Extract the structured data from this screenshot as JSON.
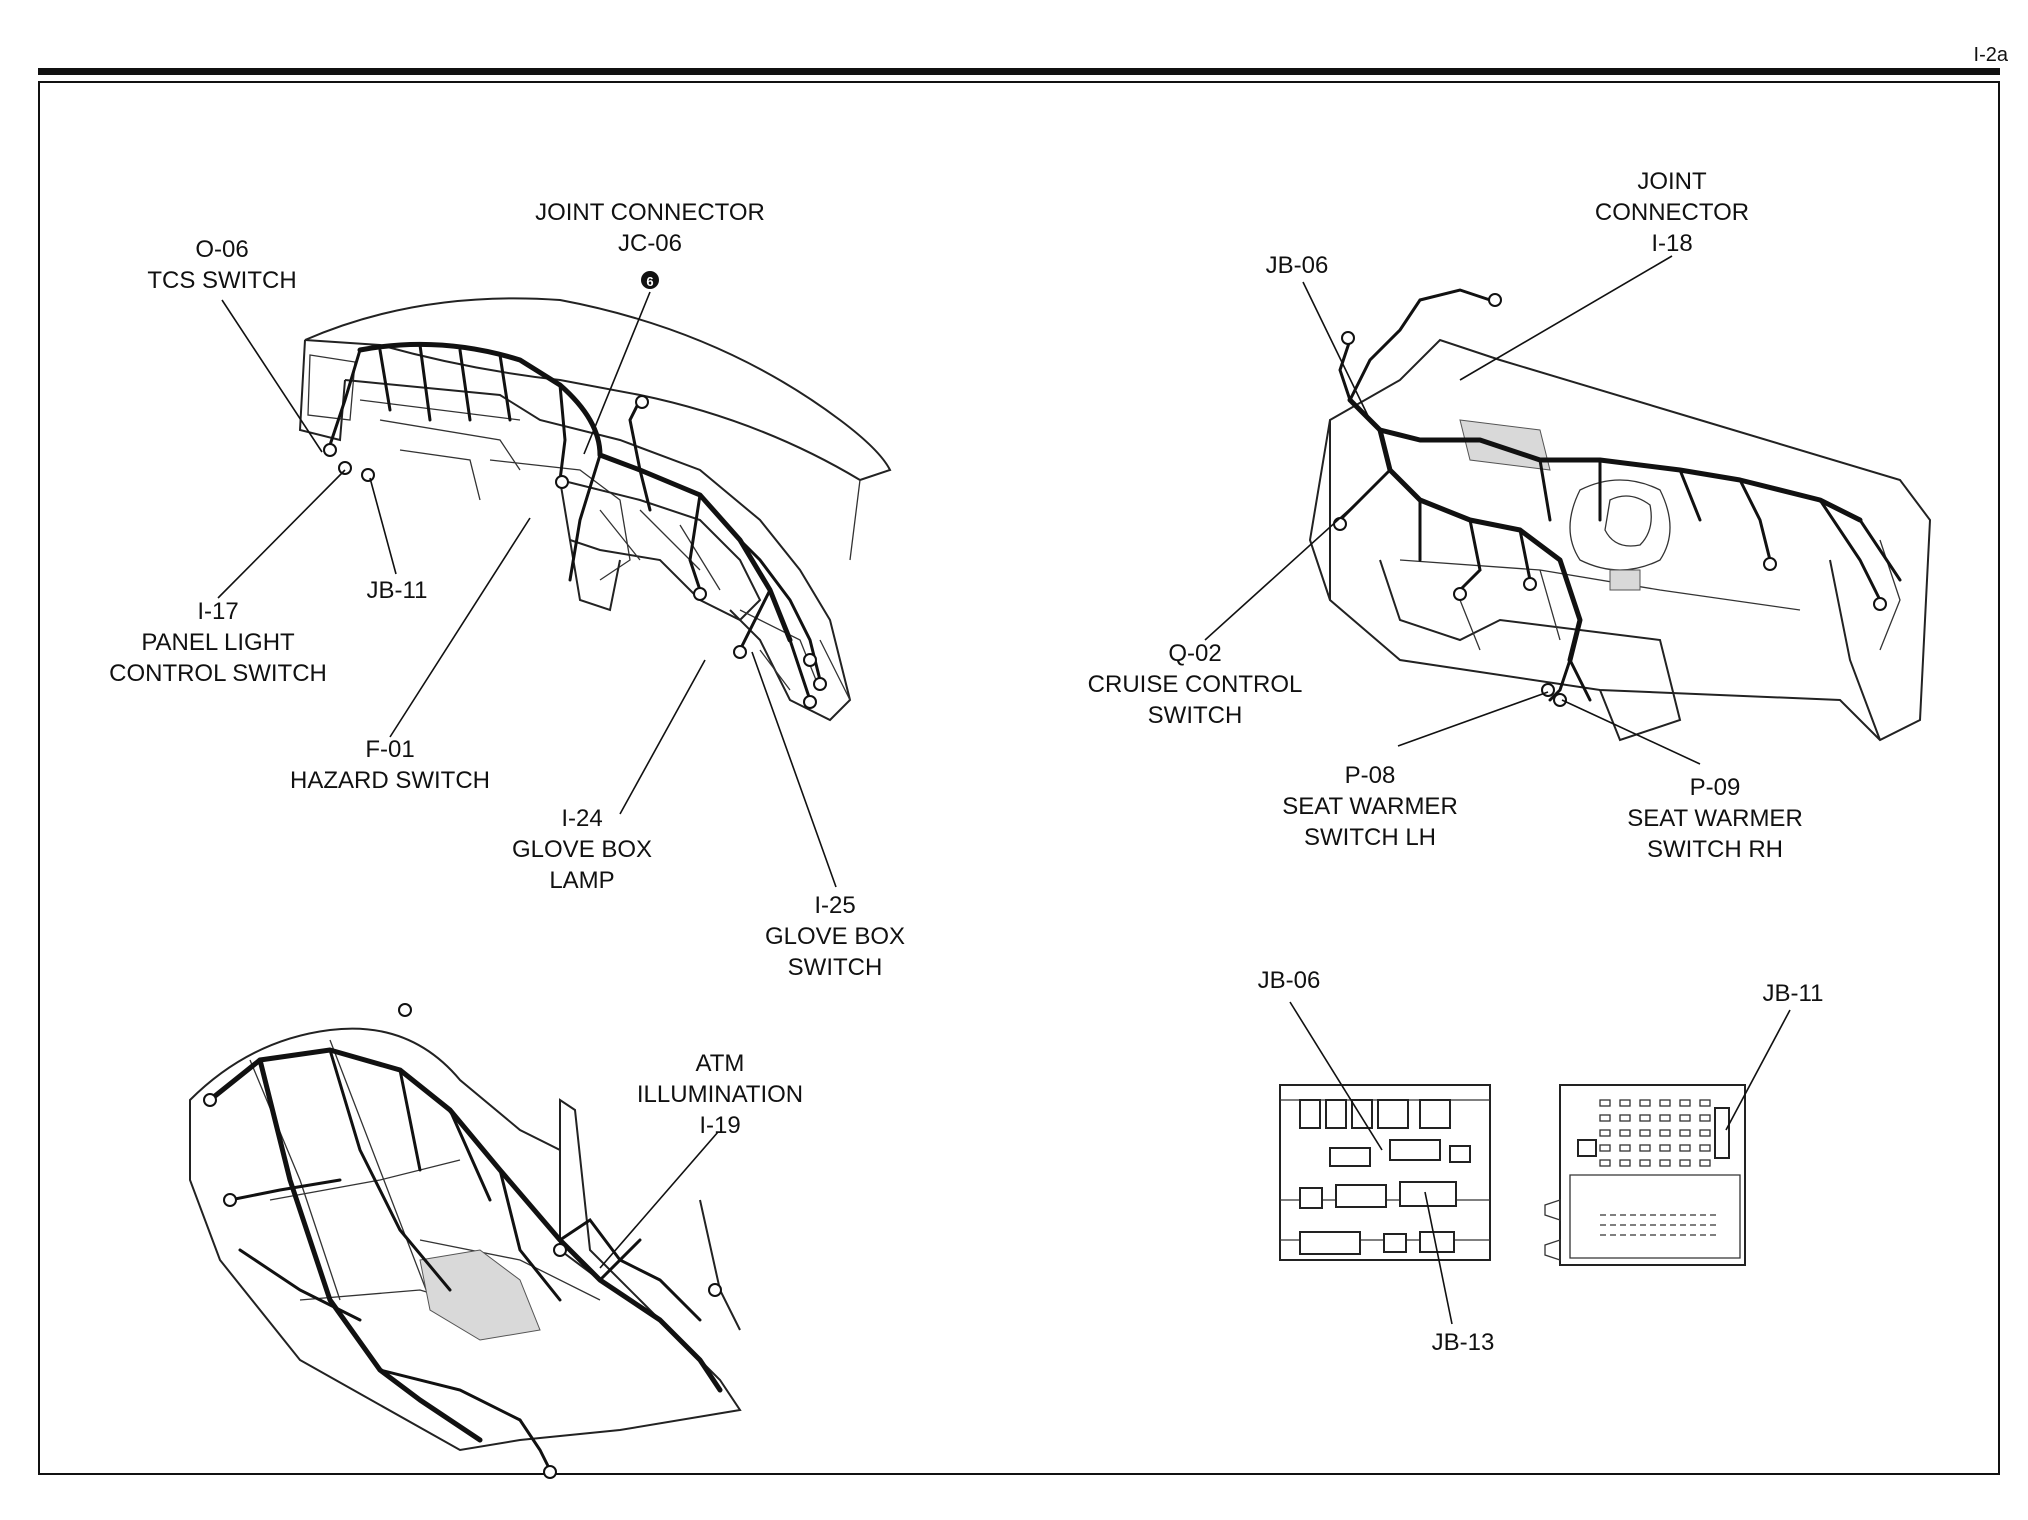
{
  "page_number": "I-2a",
  "badge": "6",
  "labels": {
    "tcs_switch": [
      "O-06",
      "TCS SWITCH"
    ],
    "joint_connector_jc06": [
      "JOINT CONNECTOR",
      "JC-06"
    ],
    "panel_light_switch": [
      "I-17",
      "PANEL LIGHT",
      "CONTROL SWITCH"
    ],
    "jb11_left": [
      "JB-11"
    ],
    "hazard_switch": [
      "F-01",
      "HAZARD SWITCH"
    ],
    "glove_box_lamp": [
      "I-24",
      "GLOVE BOX",
      "LAMP"
    ],
    "glove_box_switch": [
      "I-25",
      "GLOVE BOX",
      "SWITCH"
    ],
    "atm_illumination": [
      "ATM",
      "ILLUMINATION",
      "I-19"
    ],
    "jb06_top": [
      "JB-06"
    ],
    "joint_connector_i18": [
      "JOINT",
      "CONNECTOR",
      "I-18"
    ],
    "cruise_control": [
      "Q-02",
      "CRUISE CONTROL",
      "SWITCH"
    ],
    "seat_warmer_lh": [
      "P-08",
      "SEAT WARMER",
      "SWITCH LH"
    ],
    "seat_warmer_rh": [
      "P-09",
      "SEAT WARMER",
      "SWITCH RH"
    ],
    "jb06_box": [
      "JB-06"
    ],
    "jb11_box": [
      "JB-11"
    ],
    "jb13_box": [
      "JB-13"
    ]
  }
}
